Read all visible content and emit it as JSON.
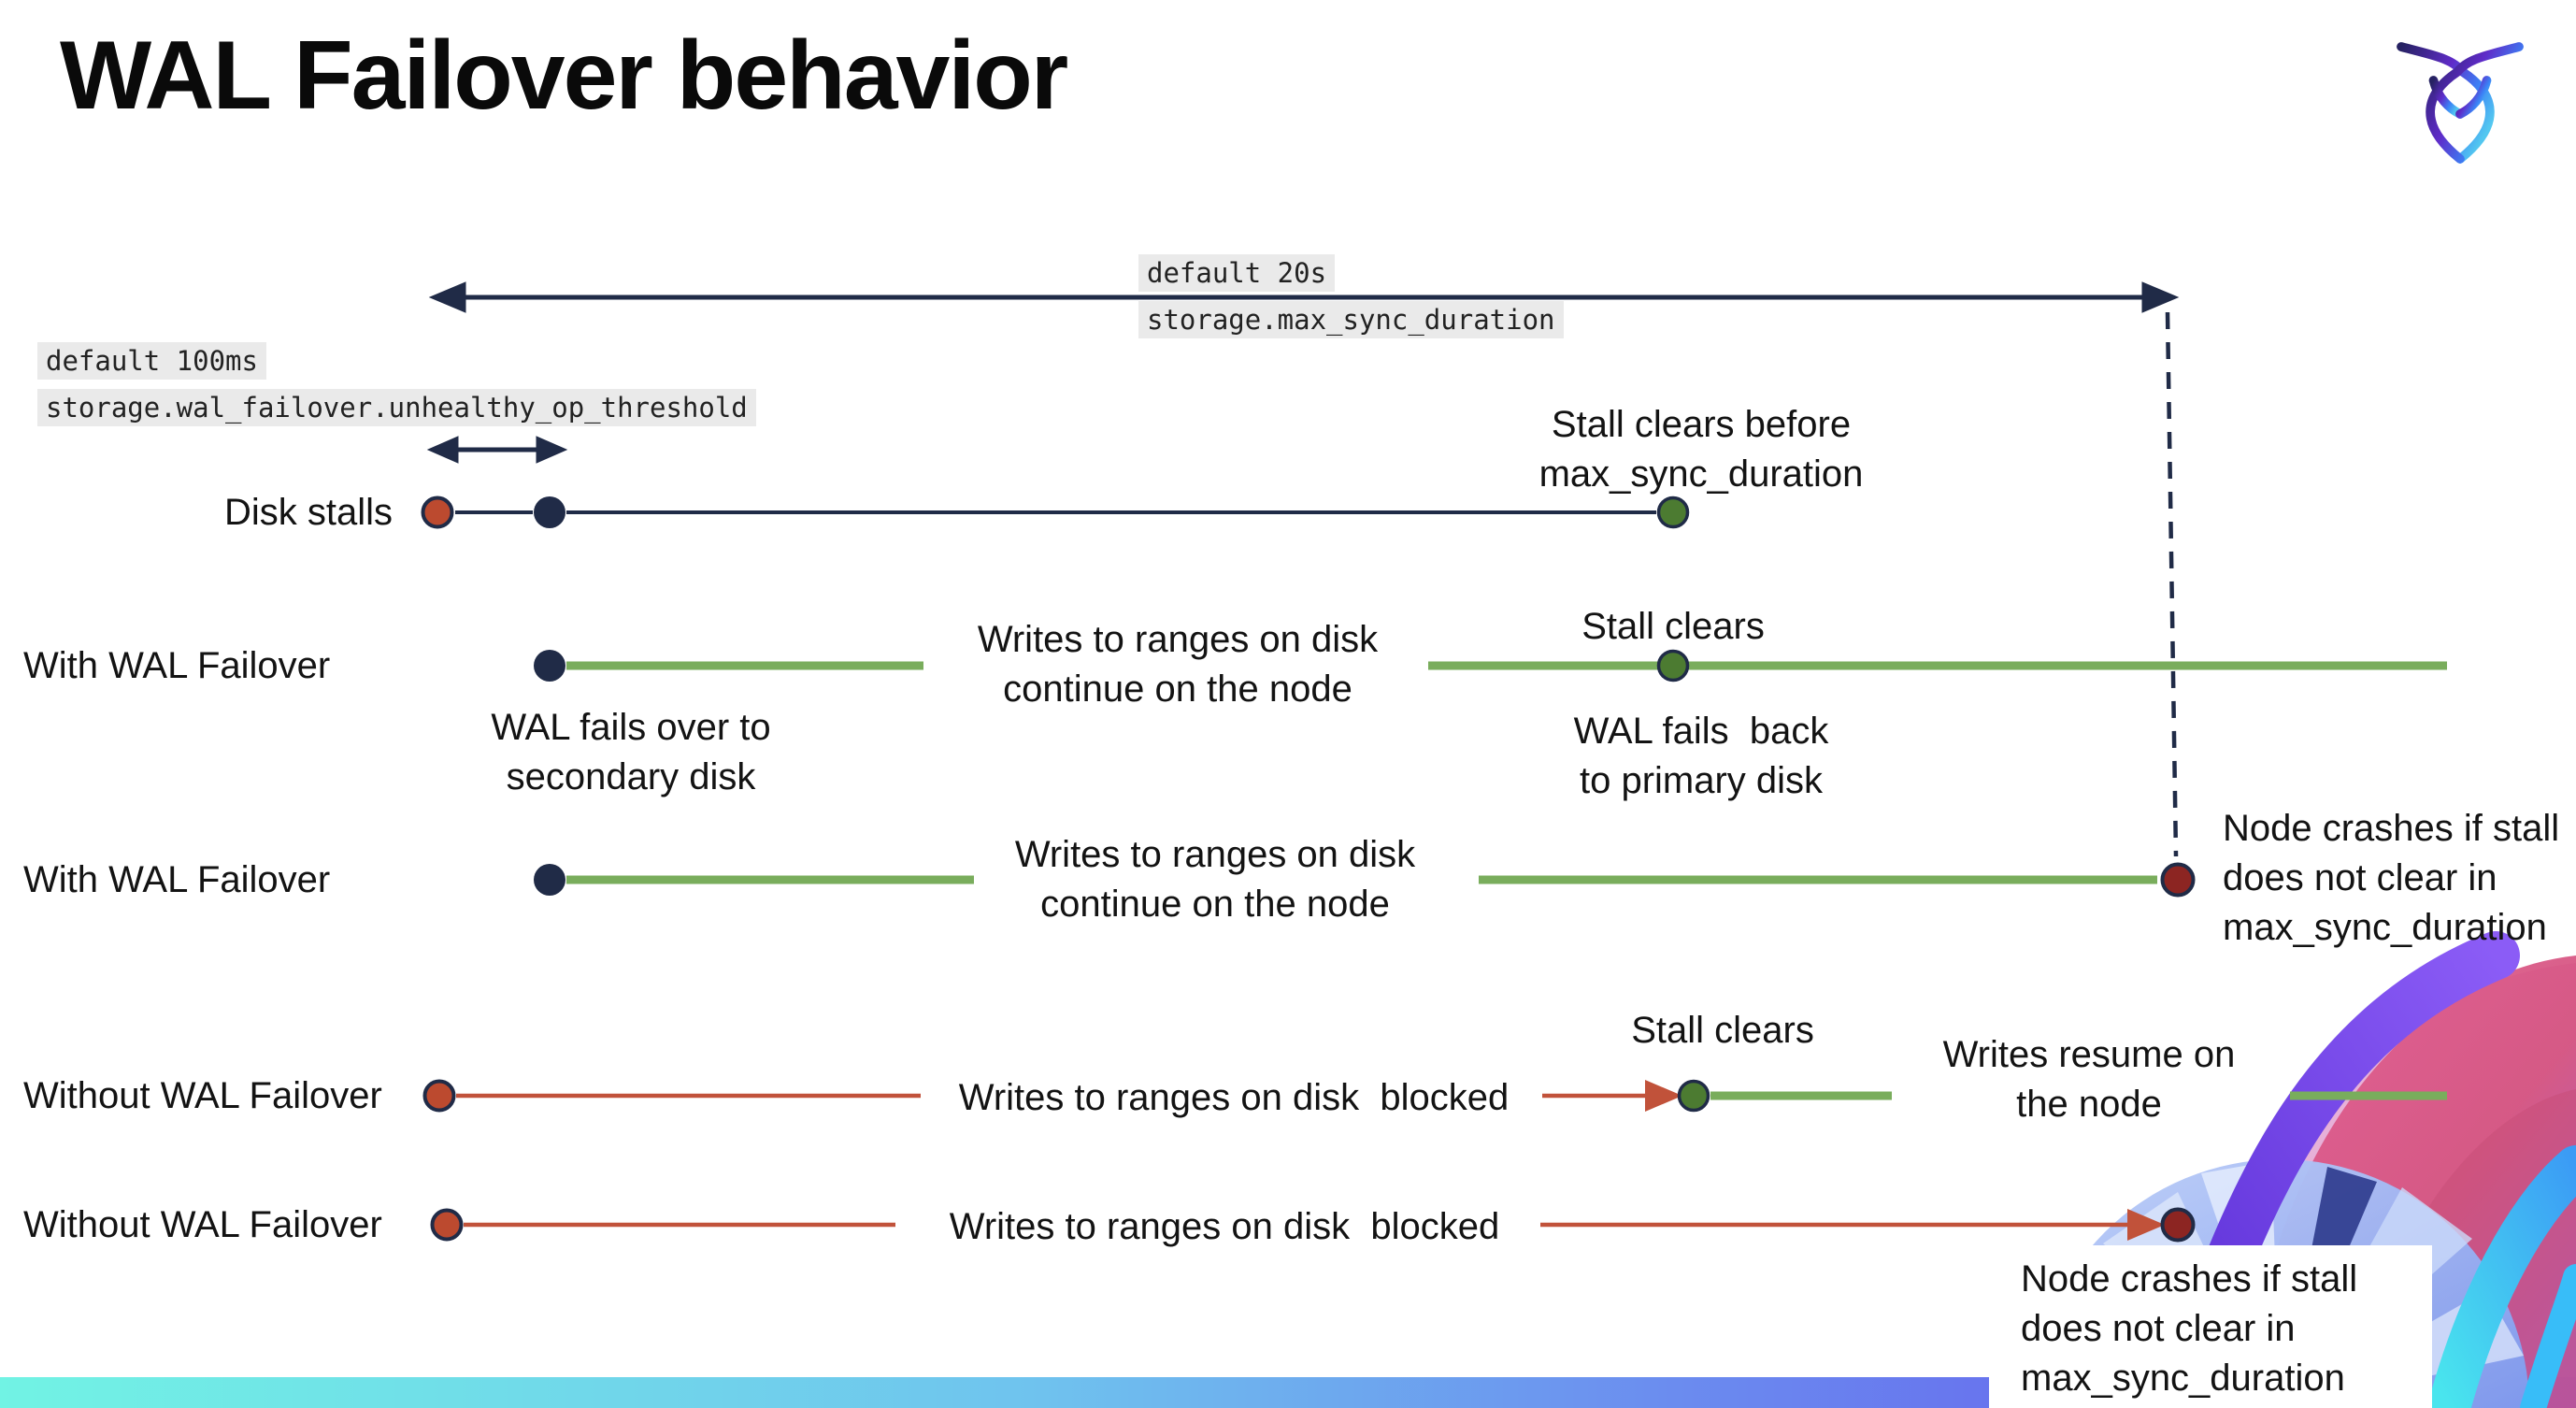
{
  "title": "WAL Failover behavior",
  "logo": {
    "icon": "cockroachdb-logo"
  },
  "settings": {
    "max_sync_duration": {
      "default_label": "default 20s",
      "setting_name": "storage.max_sync_duration"
    },
    "unhealthy_op_threshold": {
      "default_label": "default 100ms",
      "setting_name": "storage.wal_failover.unhealthy_op_threshold"
    }
  },
  "rows": {
    "disk_stalls": {
      "label": "Disk stalls",
      "stall_clears_annotation": "Stall clears before\nmax_sync_duration"
    },
    "with_wal_failover_1": {
      "label": "With WAL Failover",
      "failover_annotation": "WAL fails over to\nsecondary disk",
      "writes_annotation": "Writes to ranges on disk\ncontinue on the node",
      "stall_clears_label": "Stall clears",
      "failback_annotation": "WAL fails  back\nto primary disk"
    },
    "with_wal_failover_2": {
      "label": "With WAL Failover",
      "writes_annotation": "Writes to ranges on disk\ncontinue on the node",
      "crash_annotation": "Node crashes if stall\ndoes not clear in\nmax_sync_duration"
    },
    "without_wal_failover_1": {
      "label": "Without WAL Failover",
      "blocked_annotation": "Writes to ranges on disk  blocked",
      "stall_clears_label": "Stall clears",
      "resume_annotation": "Writes resume on\nthe node"
    },
    "without_wal_failover_2": {
      "label": "Without WAL Failover",
      "blocked_annotation": "Writes to ranges on disk  blocked",
      "crash_annotation": "Node crashes if stall\ndoes not clear in\nmax_sync_duration"
    }
  },
  "colors": {
    "navy": "#202B47",
    "red_dot": "#BC4A2F",
    "red_line": "#C1523A",
    "dark_red_dot": "#8C2522",
    "green_dot": "#4C7B31",
    "green_line": "#79AD5C",
    "code_background": "#EAEAEA",
    "footer_gradient": [
      "#71F3E4",
      "#6FC3EE",
      "#6566EE"
    ]
  }
}
